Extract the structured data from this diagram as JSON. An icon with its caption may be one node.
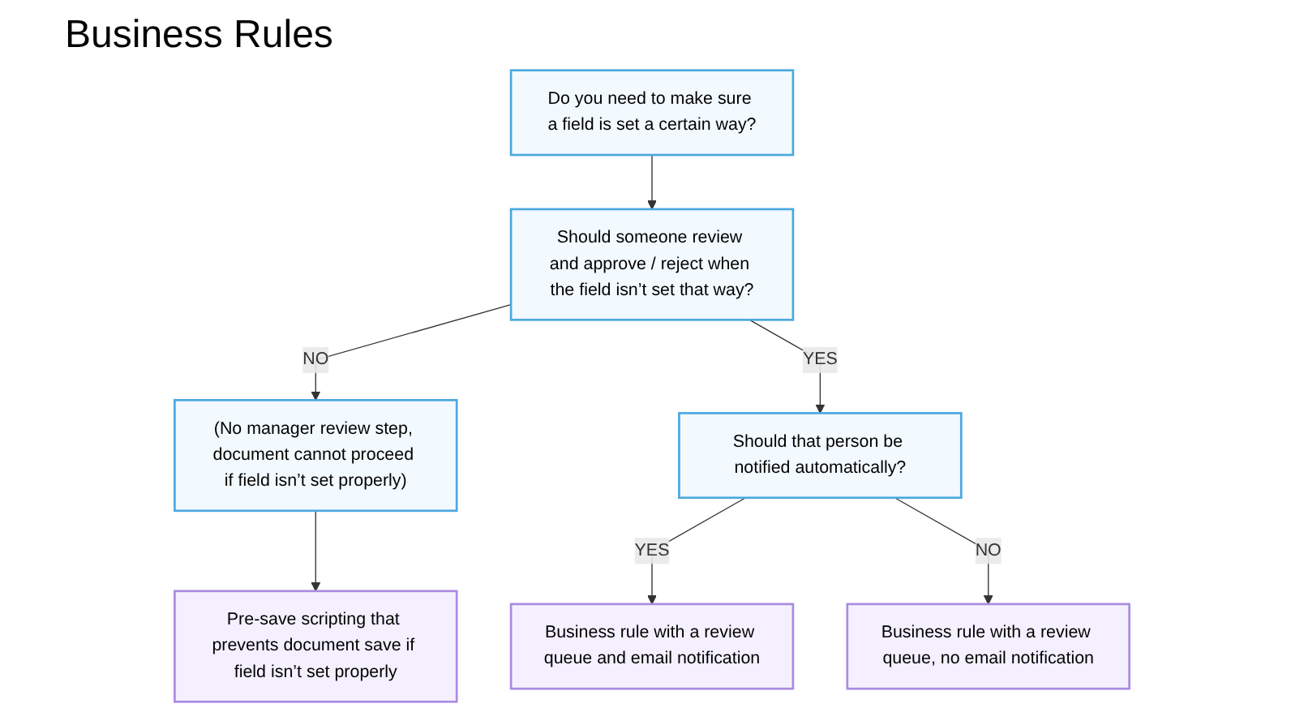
{
  "diagram": {
    "title": "Business Rules",
    "nodes": [
      {
        "text": [
          "Do you need to make sure a field is set a certain way?"
        ]
      },
      {
        "text": [
          "Should someone review and approve / reject when the field isn’t set that way?"
        ]
      },
      {
        "text": [
          "(No manager review step, document cannot proceed if field isn’t set properly)"
        ]
      },
      {
        "text": [
          "Should that person be notified automatically?"
        ]
      },
      {
        "text": [
          "Business rule with a review queue and email notification"
        ]
      },
      {
        "text": [
          "Business rule with a review queue, no email notification"
        ]
      },
      {
        "text": [
          "Pre-save scripting that prevents document save if field isn’t set properly"
        ]
      }
    ],
    "edges": [
      {
        "from": 0,
        "to": 1,
        "arrow": "to"
      },
      {
        "from": 1,
        "to": 2,
        "arrow": "to",
        "label": "NO"
      },
      {
        "from": 1,
        "to": 3,
        "arrow": "to",
        "label": "YES"
      },
      {
        "from": 3,
        "to": 4,
        "arrow": "to",
        "label": "YES"
      },
      {
        "from": 3,
        "to": 5,
        "arrow": "to",
        "label": "NO"
      },
      {
        "from": 2,
        "to": 6,
        "arrow": "to"
      }
    ]
  }
}
